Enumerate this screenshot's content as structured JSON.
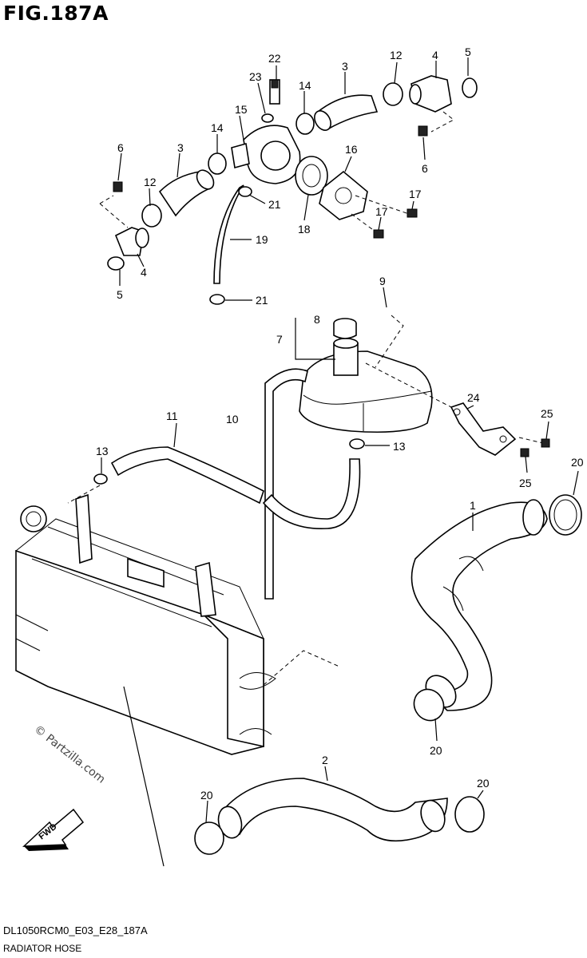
{
  "figure": {
    "title": "FIG.187A",
    "code": "DL1050RCM0_E03_E28_187A",
    "caption": "RADIATOR HOSE"
  },
  "watermark": "© Partzilla.com",
  "fwd_label": "FWD",
  "callouts": {
    "c1": "1",
    "c2": "2",
    "c3a": "3",
    "c3b": "3",
    "c4a": "4",
    "c4b": "4",
    "c5a": "5",
    "c5b": "5",
    "c6a": "6",
    "c6b": "6",
    "c7": "7",
    "c8": "8",
    "c9": "9",
    "c10": "10",
    "c11": "11",
    "c12a": "12",
    "c12b": "12",
    "c13a": "13",
    "c13b": "13",
    "c14a": "14",
    "c14b": "14",
    "c15": "15",
    "c16": "16",
    "c17a": "17",
    "c17b": "17",
    "c18": "18",
    "c19": "19",
    "c20a": "20",
    "c20b": "20",
    "c20c": "20",
    "c20d": "20",
    "c21a": "21",
    "c21b": "21",
    "c22": "22",
    "c23": "23",
    "c24": "24",
    "c25a": "25",
    "c25b": "25"
  }
}
